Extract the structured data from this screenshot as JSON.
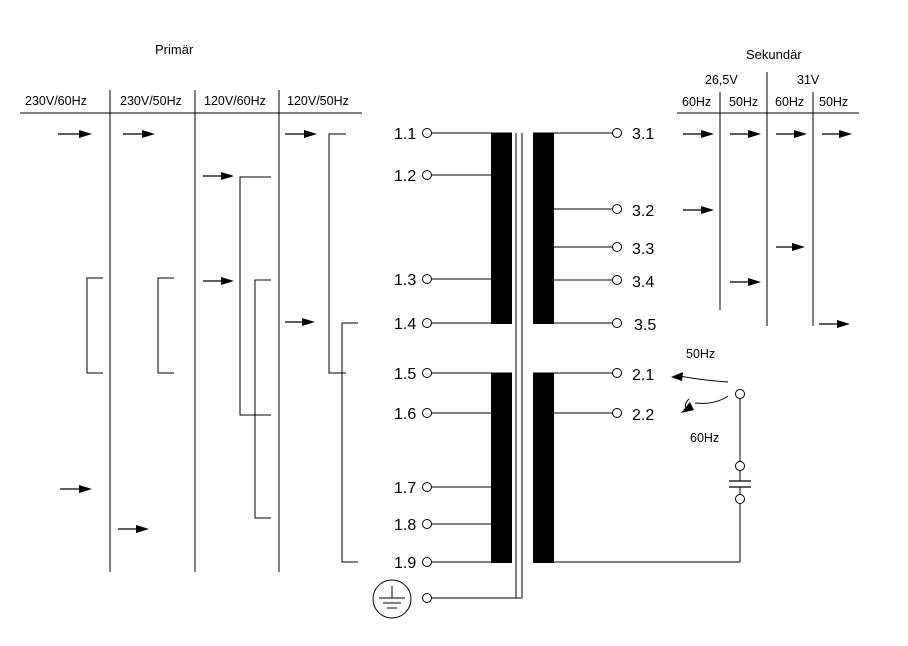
{
  "primary": {
    "title": "Primär",
    "columns": [
      "230V/60Hz",
      "230V/50Hz",
      "120V/60Hz",
      "120V/50Hz"
    ]
  },
  "secondary": {
    "title": "Sekundär",
    "groups": [
      "26,5V",
      "31V"
    ],
    "columns": [
      "60Hz",
      "50Hz",
      "60Hz",
      "50Hz"
    ]
  },
  "terminals": {
    "primary": [
      "1.1",
      "1.2",
      "1.3",
      "1.4",
      "1.5",
      "1.6",
      "1.7",
      "1.8",
      "1.9"
    ],
    "secondary": [
      "3.1",
      "3.2",
      "3.3",
      "3.4",
      "3.5",
      "2.1",
      "2.2"
    ]
  },
  "switch_labels": {
    "upper": "50Hz",
    "lower": "60Hz"
  },
  "icons": [
    "ground-icon",
    "capacitor-icon",
    "arrow-icon"
  ]
}
